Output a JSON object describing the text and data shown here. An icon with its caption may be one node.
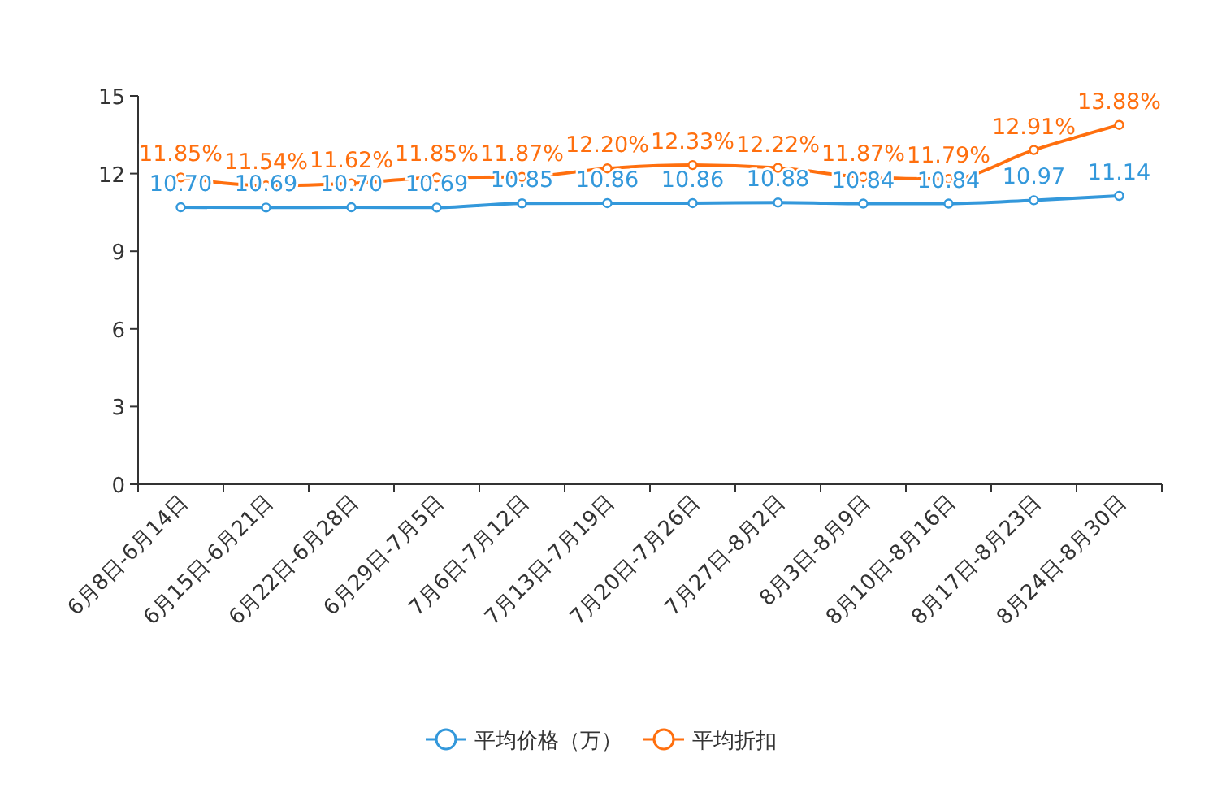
{
  "diagram": {
    "chart_data": {
      "type": "line",
      "categories": [
        "6月8日-6月14日",
        "6月15日-6月21日",
        "6月22日-6月28日",
        "6月29日-7月5日",
        "7月6日-7月12日",
        "7月13日-7月19日",
        "7月20日-7月26日",
        "7月27日-8月2日",
        "8月3日-8月9日",
        "8月10日-8月16日",
        "8月17日-8月23日",
        "8月24日-8月30日"
      ],
      "series": [
        {
          "name": "平均价格（万）",
          "color": "#3398db",
          "marker": "circle",
          "values": [
            10.7,
            10.69,
            10.7,
            10.69,
            10.85,
            10.86,
            10.86,
            10.88,
            10.84,
            10.84,
            10.97,
            11.14
          ],
          "value_labels": [
            "10.70",
            "10.69",
            "10.70",
            "10.69",
            "10.85",
            "10.86",
            "10.86",
            "10.88",
            "10.84",
            "10.84",
            "10.97",
            "11.14"
          ]
        },
        {
          "name": "平均折扣",
          "color": "#ff6f0e",
          "marker": "circle",
          "values": [
            11.85,
            11.54,
            11.62,
            11.85,
            11.87,
            12.2,
            12.33,
            12.22,
            11.87,
            11.79,
            12.91,
            13.88
          ],
          "value_labels": [
            "11.85%",
            "11.54%",
            "11.62%",
            "11.85%",
            "11.87%",
            "12.20%",
            "12.33%",
            "12.22%",
            "11.87%",
            "11.79%",
            "12.91%",
            "13.88%"
          ]
        }
      ],
      "ylim": [
        0,
        15
      ],
      "yticks": [
        0,
        3,
        6,
        9,
        12,
        15
      ],
      "data_labels": true,
      "legend": true
    }
  }
}
